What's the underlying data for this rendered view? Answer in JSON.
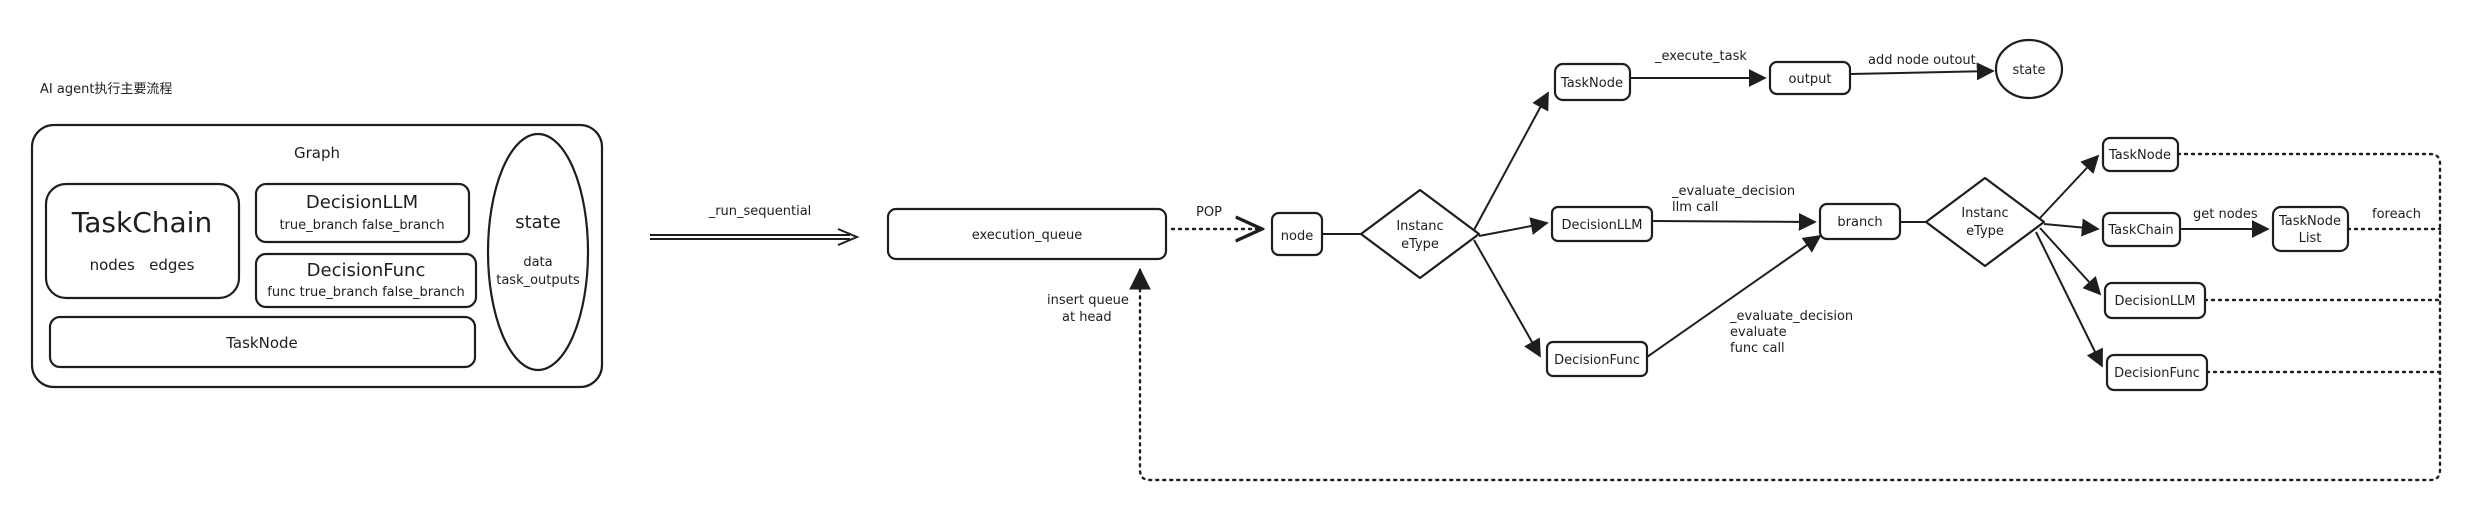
{
  "title": "AI agent执行主要流程",
  "graph": {
    "label": "Graph",
    "task_chain": {
      "title": "TaskChain",
      "fields": "nodes   edges"
    },
    "decision_llm": {
      "title": "DecisionLLM",
      "fields": "true_branch false_branch"
    },
    "decision_func": {
      "title": "DecisionFunc",
      "fields": "func true_branch false_branch"
    },
    "task_node": {
      "title": "TaskNode"
    },
    "state": {
      "title": "state",
      "field1": "data",
      "field2": "task_outputs"
    }
  },
  "flow": {
    "run_sequential": "_run_sequential",
    "execution_queue": "execution_queue",
    "pop": "POP",
    "node": "node",
    "insert_queue_line1": "insert queue",
    "insert_queue_line2": "at head",
    "instance_type_1": {
      "line1": "Instanc",
      "line2": "eType"
    },
    "task_node_top": "TaskNode",
    "execute_task": "_execute_task",
    "output": "output",
    "add_node_output": "add node outout",
    "state": "state",
    "decision_llm": "DecisionLLM",
    "evaluate_decision_llm_line1": "_evaluate_decision",
    "evaluate_decision_llm_line2": "llm call",
    "decision_func": "DecisionFunc",
    "evaluate_decision_func_line1": "_evaluate_decision",
    "evaluate_decision_func_line2": "evaluate",
    "evaluate_decision_func_line3": "func call",
    "branch": "branch",
    "instance_type_2": {
      "line1": "Instanc",
      "line2": "eType"
    },
    "br_task_node": "TaskNode",
    "br_task_chain": "TaskChain",
    "get_nodes": "get nodes",
    "task_node_list_line1": "TaskNode",
    "task_node_list_line2": "List",
    "foreach": "foreach",
    "br_decision_llm": "DecisionLLM",
    "br_decision_func": "DecisionFunc"
  }
}
